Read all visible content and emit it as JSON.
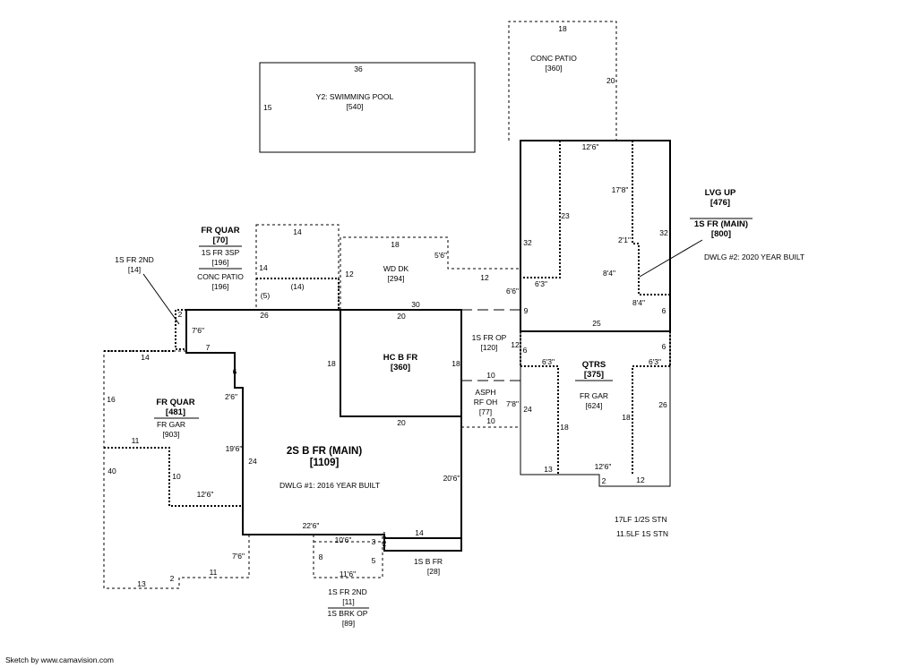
{
  "footer": "Sketch by www.camavision.com",
  "pool": {
    "name": "Y2: SWIMMING POOL",
    "area": "[540]",
    "dim_top": "36",
    "dim_left": "15"
  },
  "conc_patio_top": {
    "name": "CONC PATIO",
    "area": "[360]",
    "dim_top": "18",
    "dim_right": "20"
  },
  "lvg_up": {
    "title": "LVG UP",
    "area": "[476]",
    "sub": "1S FR (MAIN)",
    "sub_area": "[800]",
    "dwlg": "DWLG #2: 2020 YEAR BUILT"
  },
  "fr_quar_top": {
    "title": "FR QUAR",
    "area": "[70]",
    "line2": "1S FR 3SP",
    "area2": "[196]",
    "line3": "CONC PATIO",
    "area3": "[196]"
  },
  "fr_2nd_left": {
    "name": "1S FR 2ND",
    "area": "[14]"
  },
  "wd_dk": {
    "name": "WD DK",
    "area": "[294]"
  },
  "hc_b_fr": {
    "name": "HC B FR",
    "area": "[360]"
  },
  "fr_op": {
    "name": "1S FR OP",
    "area": "[120]"
  },
  "asph": {
    "line1": "ASPH",
    "line2": "RF OH",
    "area": "[77]"
  },
  "qtrs": {
    "title": "QTRS",
    "area": "[375]",
    "sub": "FR GAR",
    "sub_area": "[624]"
  },
  "fr_quar_left": {
    "title": "FR QUAR",
    "area": "[481]",
    "sub": "FR GAR",
    "sub_area": "[903]"
  },
  "main": {
    "title": "2S B FR (MAIN)",
    "area": "[1109]",
    "dwlg": "DWLG #1: 2016 YEAR BUILT"
  },
  "b_fr_small": {
    "name": "1S B FR",
    "area": "[28]"
  },
  "fr_2nd_bottom": {
    "name": "1S FR 2ND",
    "area": "[11]",
    "sub": "1S BRK OP",
    "sub_area": "[89]"
  },
  "notes": [
    "17LF 1/2S STN",
    "11.5LF 1S STN"
  ],
  "dims": [
    {
      "id": "d-12-6-top",
      "v": "12'6\""
    },
    {
      "id": "d-17-8",
      "v": "17'8\""
    },
    {
      "id": "d-23",
      "v": "23"
    },
    {
      "id": "d-32-left",
      "v": "32"
    },
    {
      "id": "d-32-right",
      "v": "32"
    },
    {
      "id": "d-2-1",
      "v": "2'1\""
    },
    {
      "id": "d-8-4-a",
      "v": "8'4\""
    },
    {
      "id": "d-8-4-b",
      "v": "8'4\""
    },
    {
      "id": "d-6-3-a",
      "v": "6'3\""
    },
    {
      "id": "d-6-6",
      "v": "6'6\""
    },
    {
      "id": "d-6-right",
      "v": "6"
    },
    {
      "id": "d-9",
      "v": "9"
    },
    {
      "id": "d-25",
      "v": "25"
    },
    {
      "id": "d-5-6",
      "v": "5'6\""
    },
    {
      "id": "d-18-wd",
      "v": "18"
    },
    {
      "id": "d-12-wd-left",
      "v": "12"
    },
    {
      "id": "d-12-wd-right",
      "v": "12"
    },
    {
      "id": "d-30",
      "v": "30"
    },
    {
      "id": "d-14-quar",
      "v": "14"
    },
    {
      "id": "d-14-side",
      "v": "14"
    },
    {
      "id": "d-14-paren",
      "v": "(14)"
    },
    {
      "id": "d-5-paren",
      "v": "(5)"
    },
    {
      "id": "d-26",
      "v": "26"
    },
    {
      "id": "d-2-left",
      "v": "2"
    },
    {
      "id": "d-7-6-left",
      "v": "7'6\""
    },
    {
      "id": "d-7",
      "v": "7"
    },
    {
      "id": "d-6-main",
      "v": "6"
    },
    {
      "id": "d-2-6",
      "v": "2'6\""
    },
    {
      "id": "d-19-6",
      "v": "19'6\""
    },
    {
      "id": "d-24-main",
      "v": "24"
    },
    {
      "id": "d-20-hc-top",
      "v": "20"
    },
    {
      "id": "d-18-hc-left",
      "v": "18"
    },
    {
      "id": "d-18-hc-right",
      "v": "18"
    },
    {
      "id": "d-20-hc-bottom",
      "v": "20"
    },
    {
      "id": "d-20-6",
      "v": "20'6\""
    },
    {
      "id": "d-22-6",
      "v": "22'6\""
    },
    {
      "id": "d-1",
      "v": "1"
    },
    {
      "id": "d-14-bfr",
      "v": "14"
    },
    {
      "id": "d-3",
      "v": "3"
    },
    {
      "id": "d-2-bfr",
      "v": "2"
    },
    {
      "id": "d-10-6",
      "v": "10'6\""
    },
    {
      "id": "d-8-brk",
      "v": "8"
    },
    {
      "id": "d-5-brk",
      "v": "5"
    },
    {
      "id": "d-11-6",
      "v": "11'6\""
    },
    {
      "id": "d-12-op",
      "v": "12"
    },
    {
      "id": "d-10-asph-top",
      "v": "10"
    },
    {
      "id": "d-7-8",
      "v": "7'8\""
    },
    {
      "id": "d-10-asph-bottom",
      "v": "10"
    },
    {
      "id": "d-6-qtrs-left",
      "v": "6"
    },
    {
      "id": "d-6-3-b",
      "v": "6'3\""
    },
    {
      "id": "d-6-3-c",
      "v": "6'3\""
    },
    {
      "id": "d-6-qtrs-right",
      "v": "6"
    },
    {
      "id": "d-24-gar",
      "v": "24"
    },
    {
      "id": "d-18-gar-left",
      "v": "18"
    },
    {
      "id": "d-18-gar-right",
      "v": "18"
    },
    {
      "id": "d-26-gar",
      "v": "26"
    },
    {
      "id": "d-13-gar",
      "v": "13"
    },
    {
      "id": "d-12-6-gar",
      "v": "12'6\""
    },
    {
      "id": "d-2-gar",
      "v": "2"
    },
    {
      "id": "d-12-gar",
      "v": "12"
    },
    {
      "id": "d-14-left-top",
      "v": "14"
    },
    {
      "id": "d-16",
      "v": "16"
    },
    {
      "id": "d-11-left",
      "v": "11"
    },
    {
      "id": "d-40",
      "v": "40"
    },
    {
      "id": "d-10-left",
      "v": "10"
    },
    {
      "id": "d-12-6-left",
      "v": "12'6\""
    },
    {
      "id": "d-7-6-bottom",
      "v": "7'6\""
    },
    {
      "id": "d-11-bottom",
      "v": "11"
    },
    {
      "id": "d-2-bottom",
      "v": "2"
    },
    {
      "id": "d-13-bottom",
      "v": "13"
    }
  ]
}
